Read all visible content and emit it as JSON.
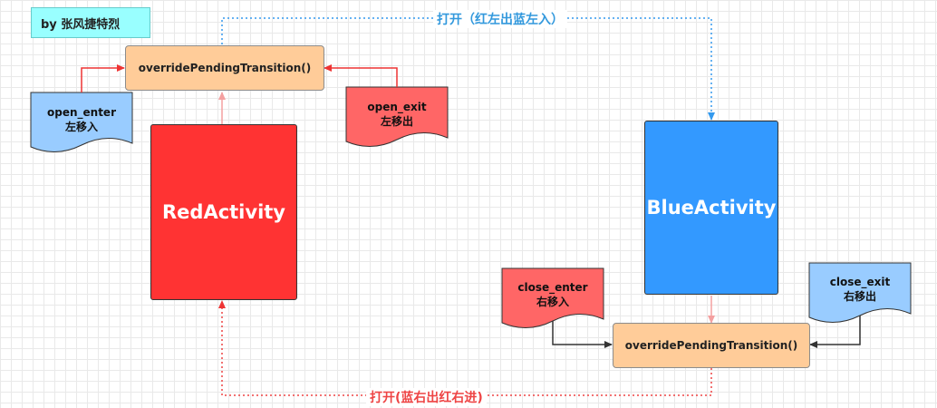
{
  "author": "by 张风捷特烈",
  "top_label": "打开（红左出蓝左入）",
  "bottom_label": "打开(蓝右出红右进)",
  "top_method": "overridePendingTransition()",
  "bottom_method": "overridePendingTransition()",
  "red_activity": "RedActivity",
  "blue_activity": "BlueActivity",
  "open_enter": {
    "name": "open_enter",
    "desc": "左移入"
  },
  "open_exit": {
    "name": "open_exit",
    "desc": "左移出"
  },
  "close_enter": {
    "name": "close_enter",
    "desc": "右移入"
  },
  "close_exit": {
    "name": "close_exit",
    "desc": "右移出"
  },
  "colors": {
    "red": "#ff3333",
    "blue": "#3399ff",
    "light_blue": "#99ccff",
    "salmon": "#ff6666",
    "orange": "#ffcc99",
    "cyan": "#99ffff",
    "label_blue": "#3399dd",
    "label_red": "#ee4444"
  }
}
